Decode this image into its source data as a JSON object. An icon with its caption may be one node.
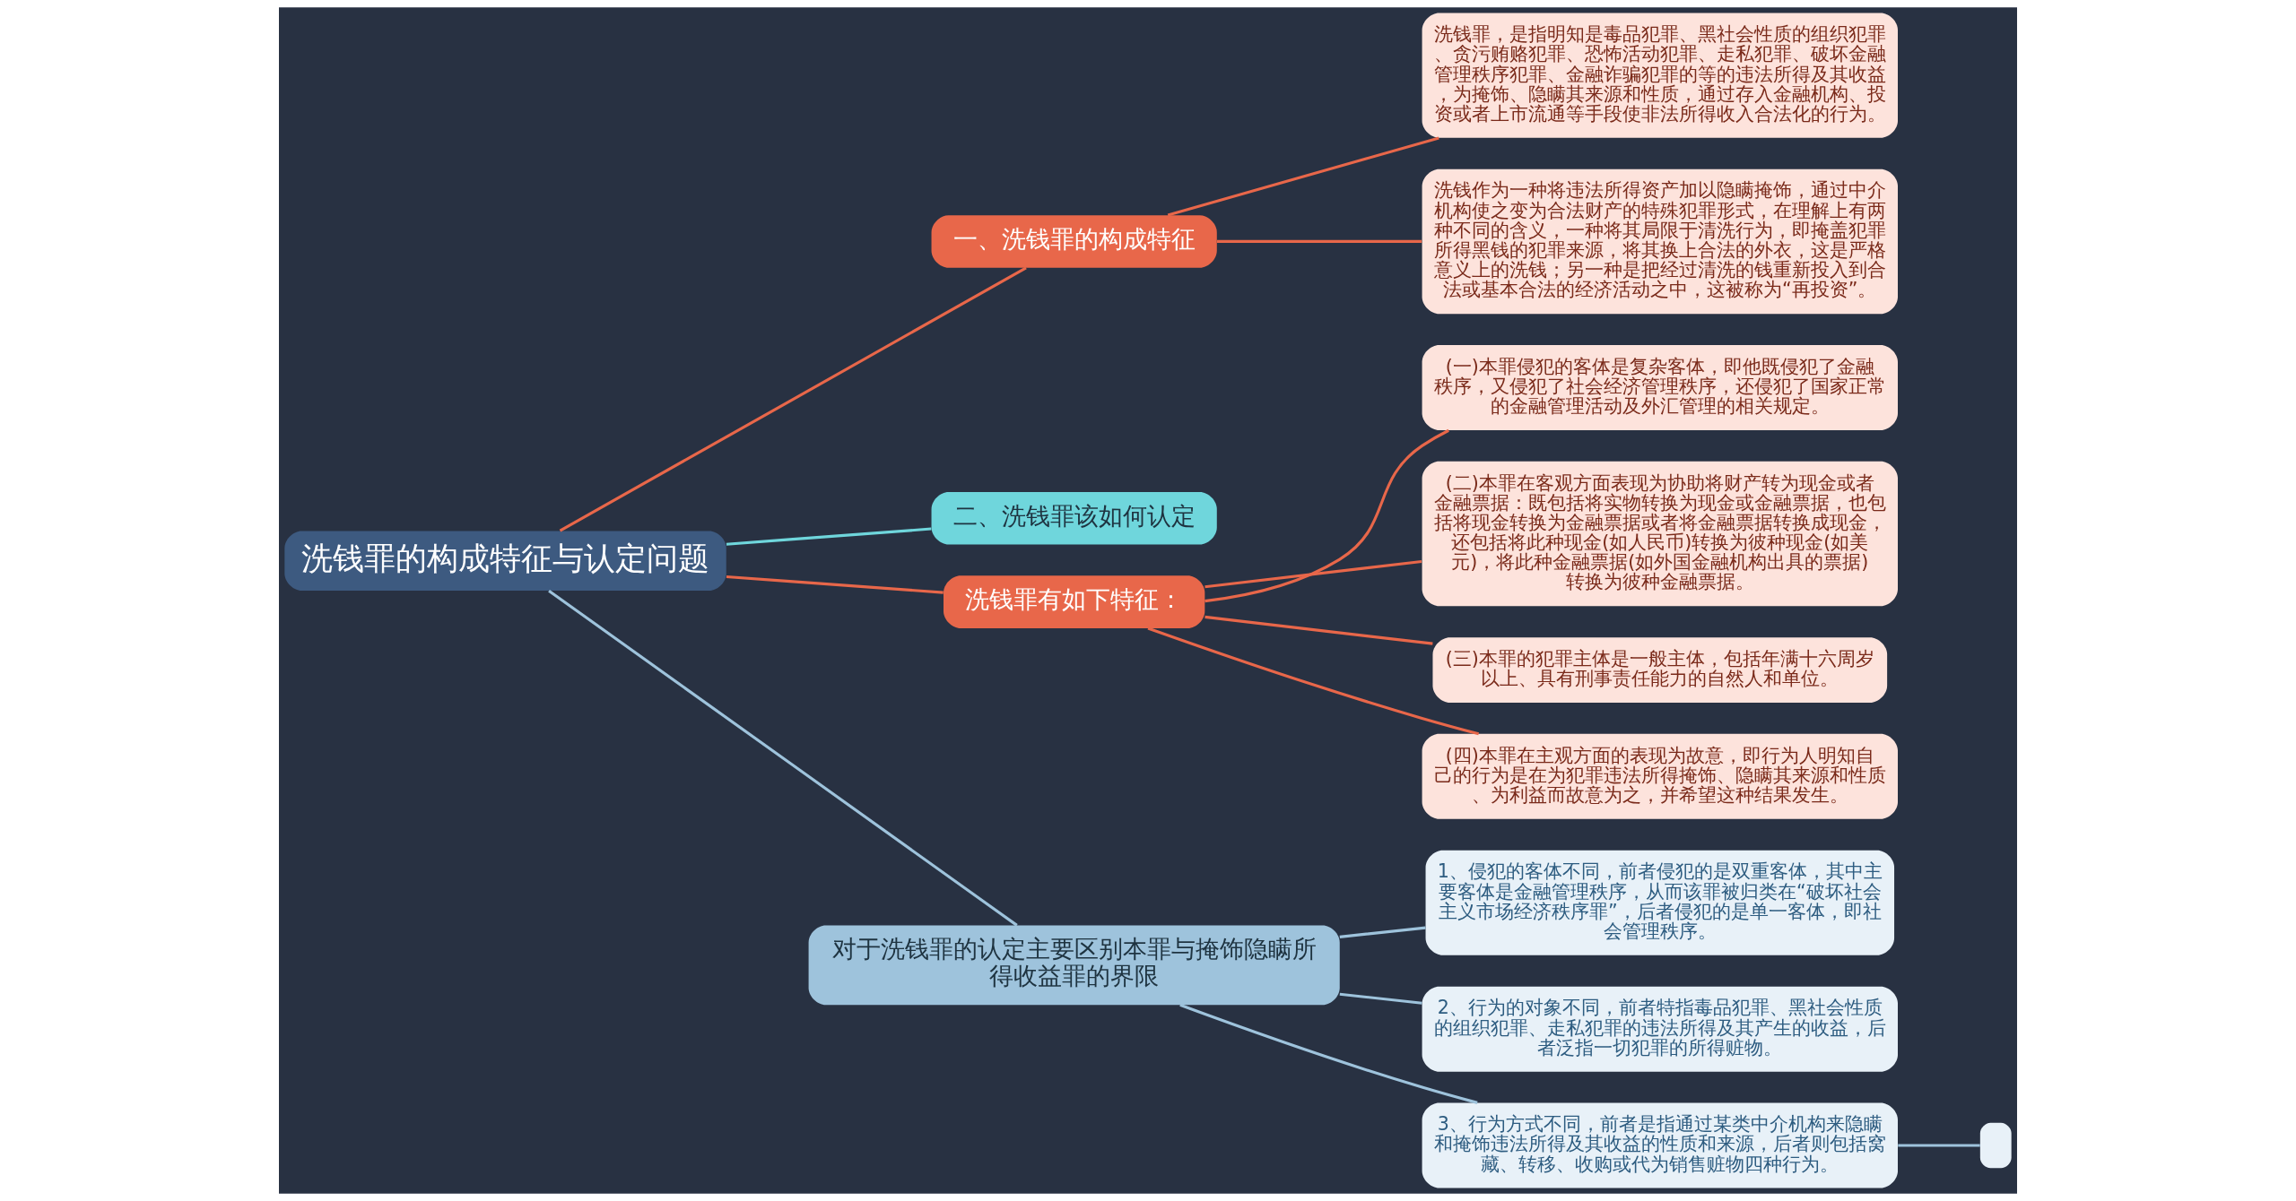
{
  "diagram": {
    "nodes": [
      {
        "text": [
          "洗钱罪的构成特征与认定问题"
        ]
      },
      {
        "text": [
          "一、洗钱罪的构成特征"
        ]
      },
      {
        "text": [
          "洗钱罪，是指明知是毒品犯罪、黑社会性质的组织犯罪、贪污贿赂犯罪、恐怖活动犯罪、走私犯罪、破坏金融管理秩序犯罪、金融诈骗犯罪的等的违法所得及其收益，为掩饰、隐瞒其来源和性质，通过存入金融机构、投资或者上市流通等手段使非法所得收入合法化的行为。"
        ]
      },
      {
        "text": [
          "洗钱作为一种将违法所得资产加以隐瞒掩饰，通过中介机构使之变为合法财产的特殊犯罪形式，在理解上有两种不同的含义，一种将其局限于清洗行为，即掩盖犯罪所得黑钱的犯罪来源，将其换上合法的外衣，这是严格意义上的洗钱；另一种是把经过清洗的钱重新投入到合法或基本合法的经济活动之中，这被称为“再投资”。"
        ]
      },
      {
        "text": [
          "二、洗钱罪该如何认定"
        ]
      },
      {
        "text": [
          "洗钱罪有如下特征："
        ]
      },
      {
        "text": [
          "(一)本罪侵犯的客体是复杂客体，即他既侵犯了金融秩序，又侵犯了社会经济管理秩序，还侵犯了国家正常的金融管理活动及外汇管理的相关规定。"
        ]
      },
      {
        "text": [
          "(二)本罪在客观方面表现为协助将财产转为现金或者金融票据：既包括将实物转换为现金或金融票据，也包括将现金转换为金融票据或者将金融票据转换成现金，还包括将此种现金(如人民币)转换为彼种现金(如美元)，将此种金融票据(如外国金融机构出具的票据)转换为彼种金融票据。"
        ]
      },
      {
        "text": [
          "(三)本罪的犯罪主体是一般主体，包括年满十六周岁以上、具有刑事责任能力的自然人和单位。"
        ]
      },
      {
        "text": [
          "(四)本罪在主观方面的表现为故意，即行为人明知自己的行为是在为犯罪违法所得掩饰、隐瞒其来源和性质、为利益而故意为之，并希望这种结果发生。"
        ]
      },
      {
        "text": [
          "对于洗钱罪的认定主要区别本罪与掩饰隐瞒所得收益罪的界限"
        ]
      },
      {
        "text": [
          "1、侵犯的客体不同，前者侵犯的是双重客体，其中主要客体是金融管理秩序，从而该罪被归类在“破坏社会主义市场经济秩序罪”，后者侵犯的是单一客体，即社会管理秩序。"
        ]
      },
      {
        "text": [
          "2、行为的对象不同，前者特指毒品犯罪、黑社会性质的组织犯罪、走私犯罪的违法所得及其产生的收益，后者泛指一切犯罪的所得赃物。"
        ]
      },
      {
        "text": [
          "3、行为方式不同，前者是指通过某类中介机构来隐瞒和掩饰违法所得及其收益的性质和来源，后者则包括窝藏、转移、收购或代为销售赃物四种行为。"
        ]
      },
      {
        "text": [],
        "shape": "box"
      }
    ],
    "edges": [
      {
        "from": 0,
        "to": 1,
        "arrow": "none"
      },
      {
        "from": 1,
        "to": 2,
        "arrow": "none"
      },
      {
        "from": 1,
        "to": 3,
        "arrow": "none"
      },
      {
        "from": 0,
        "to": 4,
        "arrow": "none",
        "color": "#6fd6dc"
      },
      {
        "from": 0,
        "to": 5,
        "arrow": "none"
      },
      {
        "from": 5,
        "to": 6,
        "arrow": "none"
      },
      {
        "from": 5,
        "to": 7,
        "arrow": "none"
      },
      {
        "from": 5,
        "to": 8,
        "arrow": "none"
      },
      {
        "from": 5,
        "to": 9,
        "arrow": "none"
      },
      {
        "from": 0,
        "to": 10,
        "arrow": "none",
        "color": "#9ec3dc"
      },
      {
        "from": 10,
        "to": 11,
        "arrow": "none",
        "color": "#9ec3dc"
      },
      {
        "from": 10,
        "to": 12,
        "arrow": "none",
        "color": "#9ec3dc"
      },
      {
        "from": 10,
        "to": 13,
        "arrow": "none",
        "color": "#9ec3dc"
      },
      {
        "from": 13,
        "to": 14,
        "arrow": "none",
        "color": "#9ec3dc"
      }
    ]
  }
}
